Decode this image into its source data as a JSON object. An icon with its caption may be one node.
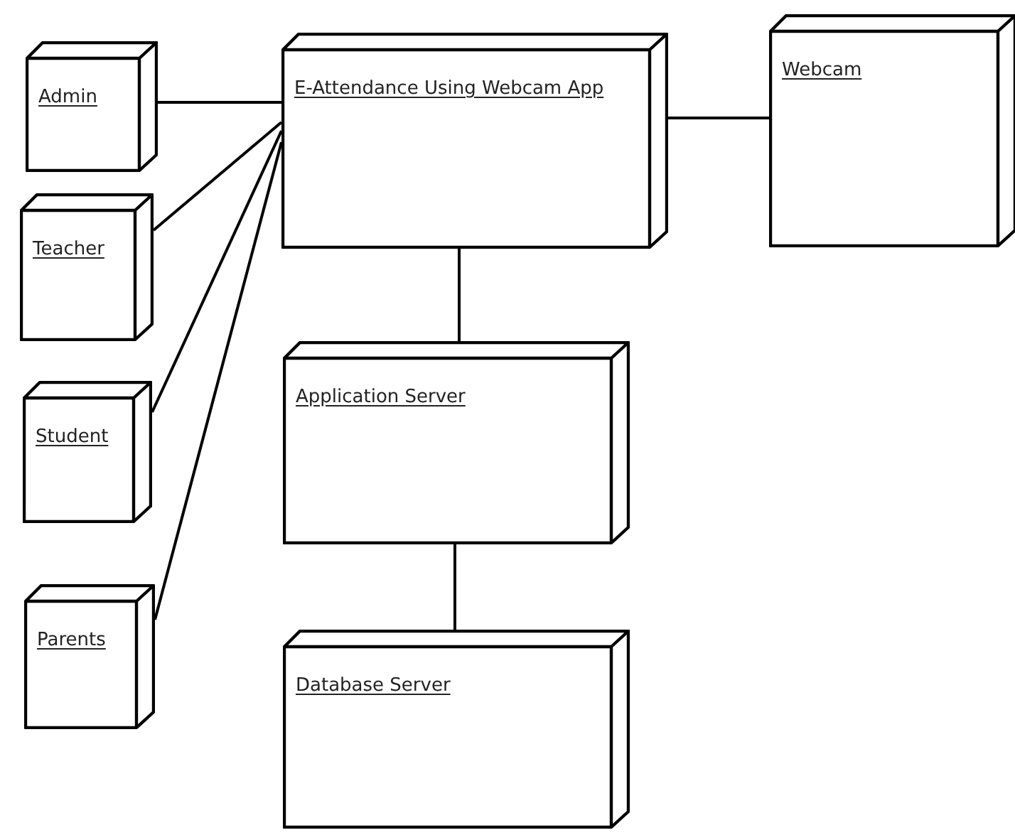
{
  "diagram": {
    "nodes": [
      {
        "text": [
          "Admin"
        ]
      },
      {
        "text": [
          "E-Attendance Using Webcam App"
        ]
      },
      {
        "text": [
          "Webcam"
        ]
      },
      {
        "text": [
          "Teacher"
        ]
      },
      {
        "text": [
          "Student"
        ]
      },
      {
        "text": [
          "Parents"
        ]
      },
      {
        "text": [
          "Application Server"
        ]
      },
      {
        "text": [
          "Database Server"
        ]
      }
    ],
    "edges": [
      {
        "from": 0,
        "to": 1,
        "arrow": "none"
      },
      {
        "from": 1,
        "to": 2,
        "arrow": "none"
      },
      {
        "from": 3,
        "to": 1,
        "arrow": "none"
      },
      {
        "from": 4,
        "to": 1,
        "arrow": "none"
      },
      {
        "from": 5,
        "to": 1,
        "arrow": "none"
      },
      {
        "from": 1,
        "to": 6,
        "arrow": "none"
      },
      {
        "from": 6,
        "to": 7,
        "arrow": "none"
      }
    ]
  }
}
